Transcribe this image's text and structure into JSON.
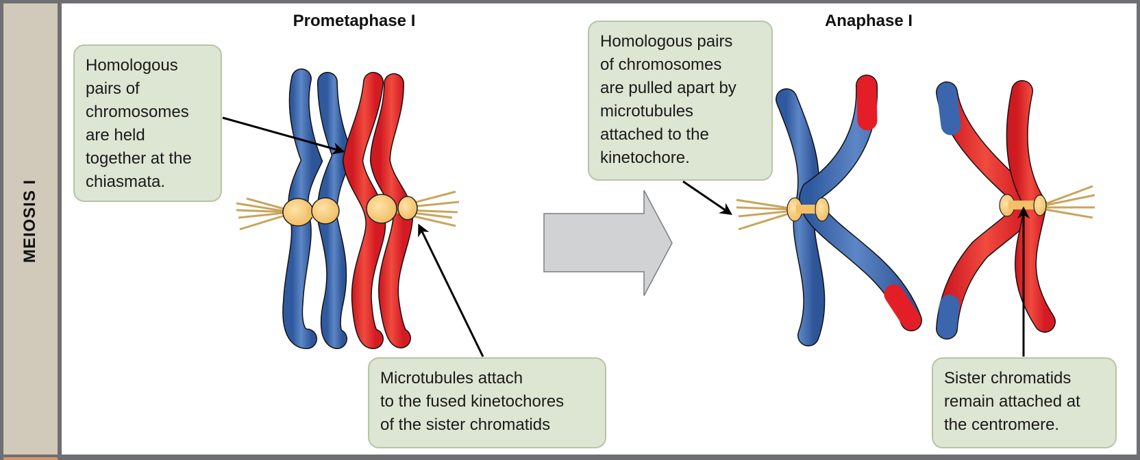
{
  "sidebar": {
    "label": "MEIOSIS I"
  },
  "phases": [
    {
      "title": "Prometaphase I"
    },
    {
      "title": "Anaphase I"
    }
  ],
  "callouts": [
    {
      "lines": [
        "Homologous",
        "pairs of",
        "chromosomes",
        "are held",
        "together at the",
        "chiasmata."
      ]
    },
    {
      "lines": [
        "Microtubules attach",
        "to the fused kinetochores",
        "of the sister chromatids"
      ]
    },
    {
      "lines": [
        "Homologous pairs",
        "of chromosomes",
        "are pulled apart by",
        "microtubules",
        "attached to the",
        "kinetochore."
      ]
    },
    {
      "lines": [
        "Sister chromatids",
        "remain attached at",
        "the centromere."
      ]
    }
  ],
  "colors": {
    "maternal_chromosome": "#3b66ad",
    "paternal_chromosome": "#e31e26",
    "kinetochore": "#f6c46e",
    "microtubule": "#d7b46a",
    "callout_fill": "#dde5d3",
    "transition_arrow": "#d0d2d3"
  }
}
